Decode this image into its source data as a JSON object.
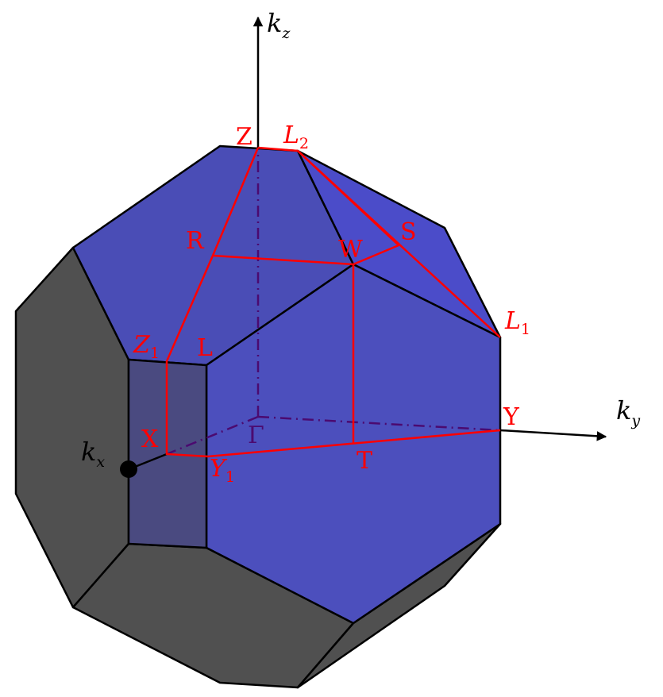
{
  "title": "Brillouin zone with high-symmetry points",
  "axes": {
    "kx": "k",
    "kx_sub": "x",
    "ky": "k",
    "ky_sub": "y",
    "kz": "k",
    "kz_sub": "z"
  },
  "points": {
    "gamma": "Γ",
    "Z": "Z",
    "L2": "L",
    "L2_sub": "2",
    "L1": "L",
    "L1_sub": "1",
    "R": "R",
    "W": "W",
    "S": "S",
    "Z1": "Z",
    "Z1_sub": "1",
    "L": "L",
    "X": "X",
    "Y1": "Y",
    "Y1_sub": "1",
    "T": "T",
    "Y": "Y"
  },
  "colors": {
    "face_top": "#4a4db6",
    "face_right_top": "#4b4cc9",
    "face_front": "#4c4fbd",
    "face_small": "#4a4a80",
    "face_gray": "#505050",
    "path": "#ff0000",
    "axis_hidden": "#4b0a70"
  }
}
